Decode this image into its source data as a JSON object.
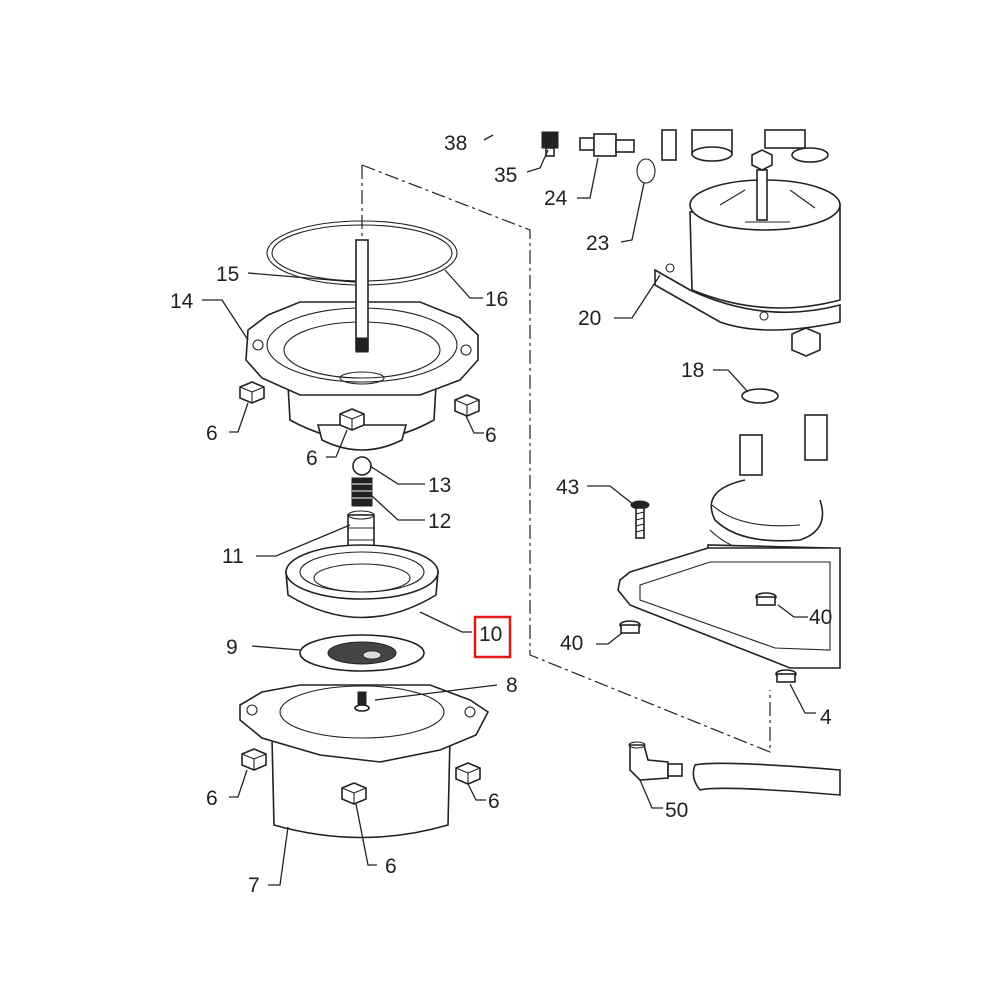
{
  "labels": {
    "l38": "38",
    "l35": "35",
    "l24": "24",
    "l23": "23",
    "l20": "20",
    "l18": "18",
    "l43": "43",
    "l40a": "40",
    "l40b": "40",
    "l4x": "4",
    "l50": "50",
    "l15": "15",
    "l14": "14",
    "l16": "16",
    "l6a": "6",
    "l6b": "6",
    "l6c": "6",
    "l13": "13",
    "l12": "12",
    "l11": "11",
    "l10": "10",
    "l9": "9",
    "l8": "8",
    "l6d": "6",
    "l6e": "6",
    "l6f": "6",
    "l7": "7"
  },
  "highlight": {
    "label": "10",
    "color": "#e01818"
  }
}
